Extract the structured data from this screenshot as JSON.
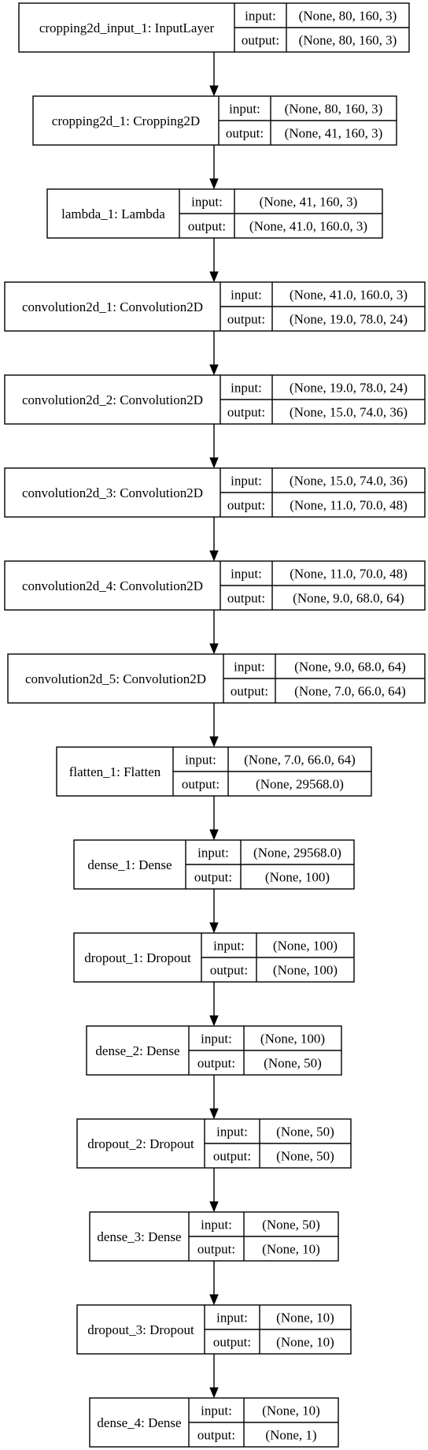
{
  "diagram": {
    "input_label": "input:",
    "output_label": "output:",
    "nodes": [
      {
        "name": "cropping2d_input_1: InputLayer",
        "input": "(None, 80, 160, 3)",
        "output": "(None, 80, 160, 3)"
      },
      {
        "name": "cropping2d_1: Cropping2D",
        "input": "(None, 80, 160, 3)",
        "output": "(None, 41, 160, 3)"
      },
      {
        "name": "lambda_1: Lambda",
        "input": "(None, 41, 160, 3)",
        "output": "(None, 41.0, 160.0, 3)"
      },
      {
        "name": "convolution2d_1: Convolution2D",
        "input": "(None, 41.0, 160.0, 3)",
        "output": "(None, 19.0, 78.0, 24)"
      },
      {
        "name": "convolution2d_2: Convolution2D",
        "input": "(None, 19.0, 78.0, 24)",
        "output": "(None, 15.0, 74.0, 36)"
      },
      {
        "name": "convolution2d_3: Convolution2D",
        "input": "(None, 15.0, 74.0, 36)",
        "output": "(None, 11.0, 70.0, 48)"
      },
      {
        "name": "convolution2d_4: Convolution2D",
        "input": "(None, 11.0, 70.0, 48)",
        "output": "(None, 9.0, 68.0, 64)"
      },
      {
        "name": "convolution2d_5: Convolution2D",
        "input": "(None, 9.0, 68.0, 64)",
        "output": "(None, 7.0, 66.0, 64)"
      },
      {
        "name": "flatten_1: Flatten",
        "input": "(None, 7.0, 66.0, 64)",
        "output": "(None, 29568.0)"
      },
      {
        "name": "dense_1: Dense",
        "input": "(None, 29568.0)",
        "output": "(None, 100)"
      },
      {
        "name": "dropout_1: Dropout",
        "input": "(None, 100)",
        "output": "(None, 100)"
      },
      {
        "name": "dense_2: Dense",
        "input": "(None, 100)",
        "output": "(None, 50)"
      },
      {
        "name": "dropout_2: Dropout",
        "input": "(None, 50)",
        "output": "(None, 50)"
      },
      {
        "name": "dense_3: Dense",
        "input": "(None, 50)",
        "output": "(None, 10)"
      },
      {
        "name": "dropout_3: Dropout",
        "input": "(None, 10)",
        "output": "(None, 10)"
      },
      {
        "name": "dense_4: Dense",
        "input": "(None, 10)",
        "output": "(None, 1)"
      }
    ]
  }
}
